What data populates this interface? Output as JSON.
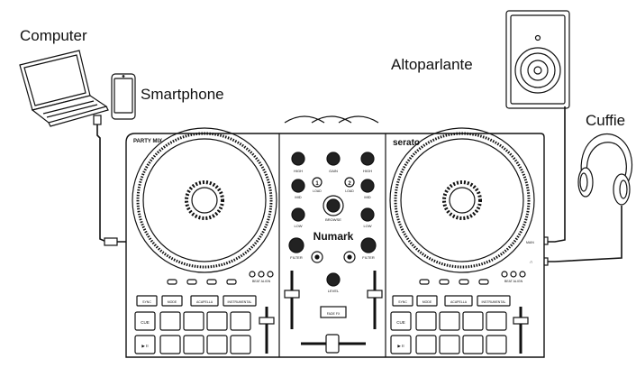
{
  "labels": {
    "computer": "Computer",
    "smartphone": "Smartphone",
    "speaker": "Altoparlante",
    "headphones": "Cuffie"
  },
  "controller": {
    "left_brand": "PARTY MIX",
    "right_brand": "serato",
    "logo": "Numark",
    "knobs": [
      "HIGH",
      "MID",
      "LOW",
      "FILTER"
    ],
    "gain_label": "GAIN",
    "browse": "BROWSE",
    "level": "LEVEL",
    "load_left": "1",
    "load_right": "2",
    "load_text": "LOAD",
    "beat_align": "BEAT ALIGN",
    "mode_buttons": [
      "SYNC",
      "MODE",
      "ACAPELLA",
      "INSTRUMENTAL"
    ],
    "cue": "CUE",
    "play": "▶ II",
    "fade_fx": "FADE FX",
    "main": "MAIN",
    "phones": "∩"
  }
}
